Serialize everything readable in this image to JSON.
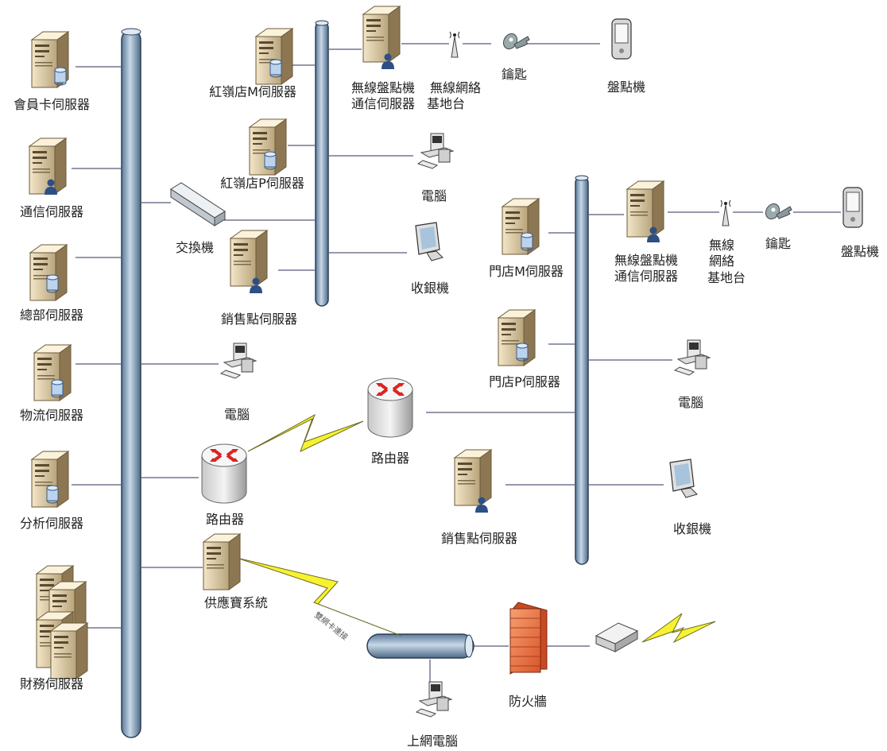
{
  "servers_left": {
    "member_card": "會員卡伺服器",
    "comm": "通信伺服器",
    "hq": "總部伺服器",
    "logistics": "物流伺服器",
    "analysis": "分析伺服器",
    "finance": "財務伺服器"
  },
  "store_hq": {
    "hongling_m": "紅嶺店M伺服器",
    "hongling_p": "紅嶺店P伺服器",
    "switch": "交換機",
    "pos_server": "銷售點伺服器",
    "computer": "電腦",
    "router": "路由器",
    "supply_system": "供應寶系統",
    "wireless_server_l1": "無線盤點機",
    "wireless_server_l2": "通信伺服器",
    "base_station_l1": "無線網絡",
    "base_station_l2": "基地台",
    "key": "鑰匙",
    "handheld": "盤點機",
    "computer2": "電腦",
    "cashier": "收銀機"
  },
  "store": {
    "store_m": "門店M伺服器",
    "store_p": "門店P伺服器",
    "router": "路由器",
    "pos_server": "銷售點伺服器",
    "wireless_server_l1": "無線盤點機",
    "wireless_server_l2": "通信伺服器",
    "base_station_l1": "無線",
    "base_station_l2": "網絡",
    "base_station_l3": "基地台",
    "key": "鑰匙",
    "handheld": "盤點機",
    "computer": "電腦",
    "cashier": "收銀機"
  },
  "internet": {
    "dual_nic": "雙網卡連接",
    "firewall": "防火牆",
    "web_computer": "上網電腦"
  }
}
